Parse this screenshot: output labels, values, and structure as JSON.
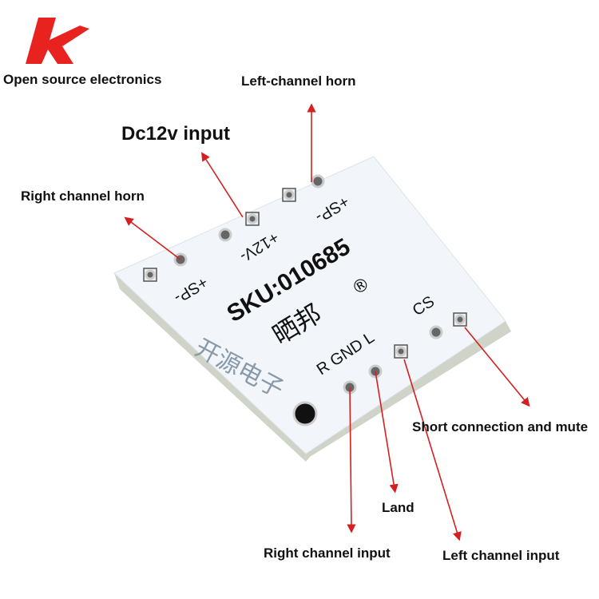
{
  "brand": {
    "tagline": "Open source electronics"
  },
  "labels": {
    "left_horn": "Left-channel horn",
    "dc_input": "Dc12v input",
    "right_horn": "Right channel horn",
    "mute": "Short connection and mute",
    "land": "Land",
    "right_input": "Right channel input",
    "left_input": "Left channel input"
  },
  "board": {
    "sku": "SKU:010685",
    "brand_cn": "晒邦",
    "registered": "®",
    "sp_left": "+SP-",
    "sp_right": "+SP-",
    "power": "+12V-",
    "pins": "R GND L",
    "cs": "CS",
    "watermark": "开源电子"
  },
  "colors": {
    "arrow": "#d42020",
    "logo": "#e8231f",
    "board": "#f2f6fa"
  }
}
